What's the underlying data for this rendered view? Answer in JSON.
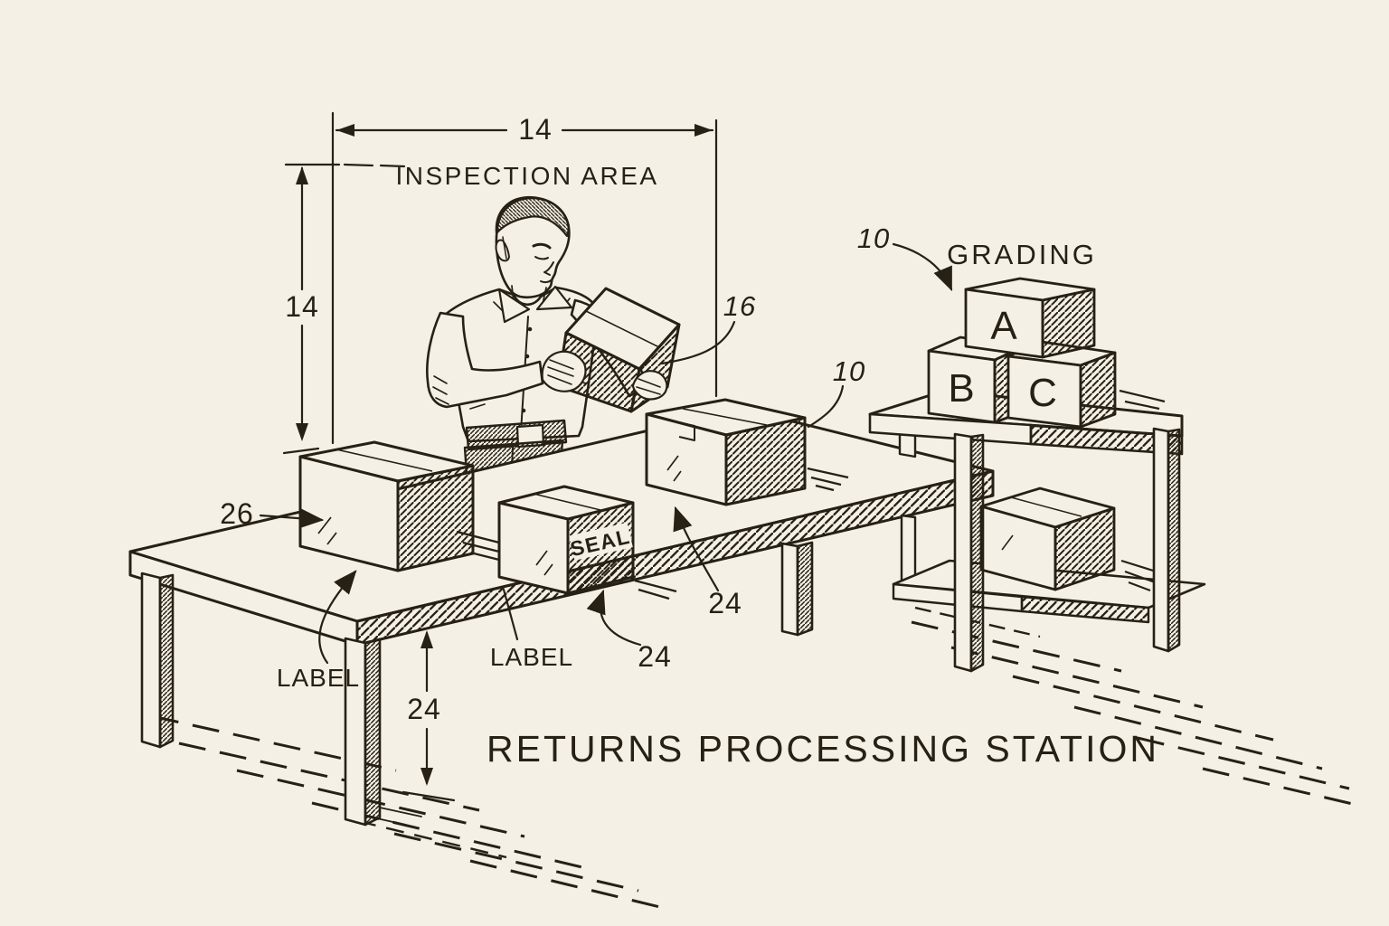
{
  "colors": {
    "paper": "#f4f0e5",
    "ink": "#272015"
  },
  "title": "RETURNS PROCESSING STATION",
  "areas": {
    "inspection": "INSPECTION AREA",
    "grading": "GRADING"
  },
  "dimensions": {
    "inspection_width": "14",
    "inspection_height": "14",
    "table_height": "24"
  },
  "callouts": {
    "left_box": "26",
    "held_box": "16",
    "table_box": "10",
    "grading_stack": "10",
    "seal_edge": "24",
    "table_edge": "24"
  },
  "box_texts": {
    "seal": "SEAL",
    "label_left": "LABEL",
    "label_mid": "LABEL"
  },
  "grading_blocks": {
    "a": "A",
    "b": "B",
    "c": "C"
  }
}
